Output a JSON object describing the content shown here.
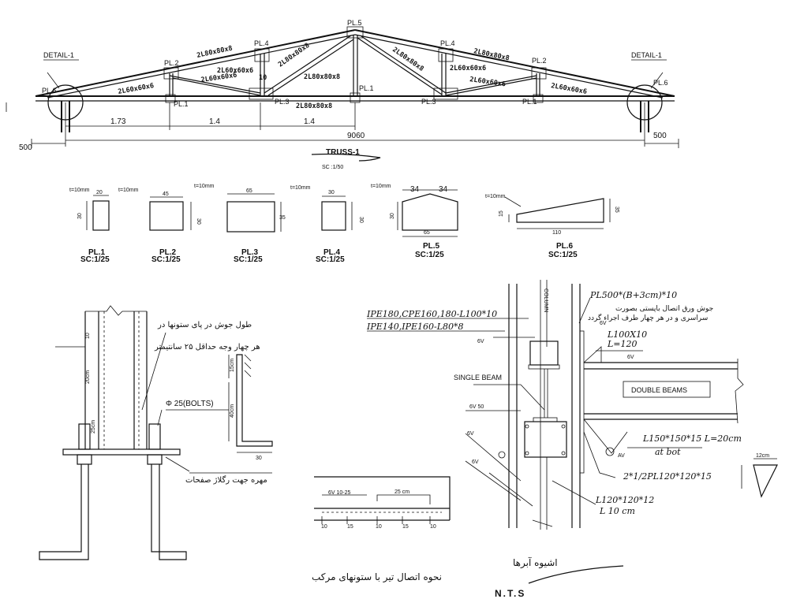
{
  "truss": {
    "title": "TRUSS-1",
    "scale": "SC :1/50",
    "detail_label": "DETAIL-1",
    "plates": {
      "pl1": "PL.1",
      "pl2": "PL.2",
      "pl3": "PL.3",
      "pl4": "PL.4",
      "pl5": "PL.5",
      "pl6": "PL.6"
    },
    "members": {
      "top_chord": "2L80x80x8",
      "diag_a": "2L60x60x6",
      "diag_b": "2L80x80x8",
      "bottom_chord": "2L80x80x8",
      "end_chord": "2L60x60x6",
      "post": "10"
    },
    "dims": {
      "d1": "1.73",
      "d2": "1.4",
      "d3": "1.4",
      "span": "9060",
      "overhang_left": "500",
      "overhang_right": "500"
    }
  },
  "plates": [
    {
      "name": "PL.1",
      "scale": "SC:1/25",
      "t": "t=10mm",
      "w": "20",
      "h": "30"
    },
    {
      "name": "PL.2",
      "scale": "SC:1/25",
      "t": "t=10mm",
      "w": "45",
      "h": "30"
    },
    {
      "name": "PL.3",
      "scale": "SC:1/25",
      "t": "t=10mm",
      "w": "65",
      "h": "35"
    },
    {
      "name": "PL.4",
      "scale": "SC:1/25",
      "t": "t=10mm",
      "w": "30",
      "h": "30"
    },
    {
      "name": "PL.5",
      "scale": "SC:1/25",
      "t": "t=10mm",
      "w1": "34",
      "w2": "34",
      "w": "65",
      "h": "30"
    },
    {
      "name": "PL.6",
      "scale": "SC:1/25",
      "t": "t=10mm",
      "w": "110",
      "h1": "15",
      "h2": "35"
    }
  ],
  "base_detail": {
    "note1": "طول جوش در پای ستونها در",
    "note2": "هر چهار وجه حداقل ۲۵ سانتیمتر",
    "bolts": "Φ 25(BOLTS)",
    "nut_note": "مهره جهت رگلاژ صفحات",
    "dim_10": "10",
    "dim_20": "20cm",
    "dim_15": "15cm",
    "dim_40": "40cm",
    "dim_30": "30",
    "dim_25": "25cm"
  },
  "weld_detail": {
    "top": "6V 10-25",
    "mid": "25 cm",
    "ticks": [
      "10",
      "15",
      "10",
      "15",
      "10"
    ],
    "caption": "نحوه اتصال تیر با ستونهای مرکب"
  },
  "column_detail": {
    "column": "COLUMN",
    "pl_spec": "PL500*(B+3cm)*10",
    "pl_note1": "جوش ورق اتصال باپستی بصورت",
    "pl_note2": "سراسری و در هر چهار طرف اجراء گردد",
    "sec1": "IPE180,CPE160,180-L100*10",
    "sec2": "IPE140,IPE160-L80*8",
    "angle": "L100X10",
    "angle_len": "L=120",
    "single_beam": "SINGLE BEAM",
    "double_beams": "DOUBLE BEAMS",
    "w6v": "6V",
    "w6v50": "6V 50",
    "bot_angle": "L150*150*15 L=20cm",
    "at_bot": "at bot",
    "plates_note": "2*1/2PL120*120*15",
    "w12": "12cm",
    "angle2": "L120*120*12",
    "angle2_len": "L 10 cm",
    "av": "AV",
    "nts": "N.T.S",
    "sig": "اشیوه آبرها"
  }
}
